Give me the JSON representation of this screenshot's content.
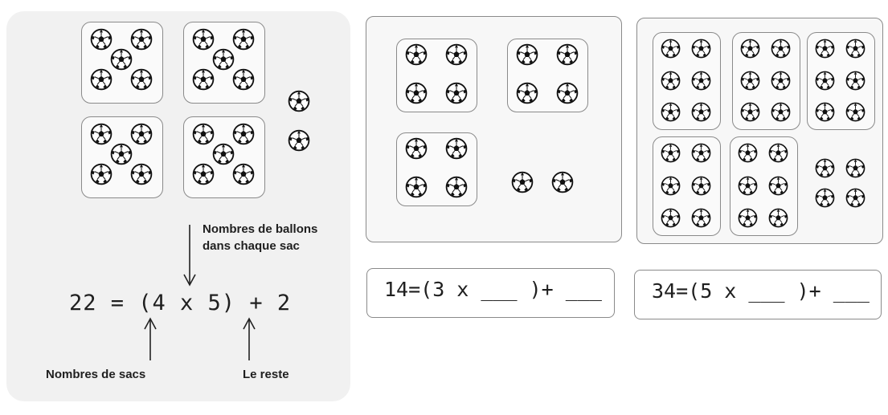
{
  "example": {
    "equation": "22 = (4 x 5) + 2",
    "label_balls_per_bag": "Nombres de ballons",
    "label_balls_per_bag_2": "dans chaque sac",
    "label_bags": "Nombres de sacs",
    "label_remainder": "Le reste",
    "bags": 4,
    "balls_per_bag": 5,
    "remainder": 2
  },
  "exercise_1": {
    "equation": "14=(3 x ___ )+ ___",
    "bags": 3,
    "balls_per_bag": 4,
    "remainder": 2
  },
  "exercise_2": {
    "equation": "34=(5 x ___ )+ ___",
    "bags": 5,
    "balls_per_bag": 6,
    "remainder": 4
  },
  "icons": {
    "ball": "soccer-ball-icon"
  },
  "colors": {
    "panel": "#f1f1f1",
    "border": "#8a8a8a",
    "ink": "#1f1f1f"
  }
}
